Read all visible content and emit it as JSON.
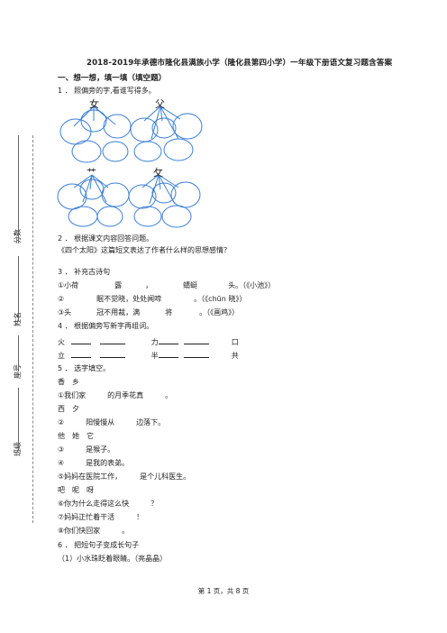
{
  "title": "2018-2019年承德市隆化县满族小学（隆化县第四小学）一年级下册语文复习题含答案",
  "section1": "一、想一想，填一填（填空题）",
  "q1": {
    "text": "1 ． 照偏旁的字,看谁写得多。",
    "chars": [
      "女",
      "父",
      "艹",
      "攵"
    ]
  },
  "q2": {
    "text": "2 ． 根据课文内容回答问题。",
    "sub": "《四个太阳》这篇短文表达了作者什么样的思想感情？"
  },
  "q3": {
    "text": "3 ． 补充古诗句",
    "lines": [
      [
        "①小荷",
        "露",
        "，",
        "蜻蜓",
        "头。（《小池》）"
      ],
      [
        "②",
        "眠不觉晓，处处闻啼",
        "。（《chūn 晓》）"
      ],
      [
        "③头",
        "冠不用裁，满",
        "将",
        "。（《画鸡》）"
      ]
    ]
  },
  "q4": {
    "text": "4 ． 根据偏旁写新字再组词。",
    "row1": [
      "火",
      "力",
      "口"
    ],
    "row2": [
      "立",
      "半",
      "共"
    ]
  },
  "q5": {
    "text": "5 ． 选字填空。",
    "items": [
      "香　乡",
      "①我们家　　　的月季花真　　　。",
      "西　夕",
      "②　　　阳慢慢从　　　边落下。",
      "他　她　它",
      "③　　　是猴子。",
      "④　　　是我的表弟。",
      "⑤妈妈在医院工作，　　　是个儿科医生。",
      "吧　呢　呀",
      "⑥你为什么走得这么快　　　？",
      "⑦妈妈正忙着干活　　　！",
      "⑧你们快回家　　　。"
    ]
  },
  "q6": {
    "text": "6 ． 把短句子变成长句子",
    "sub": "（1）小水珠眨着眼睛。（亮晶晶）"
  },
  "side": {
    "score": "分数",
    "name": "姓名",
    "id": "座号",
    "class": "班级"
  },
  "footer": "第 1 页，共 8 页"
}
